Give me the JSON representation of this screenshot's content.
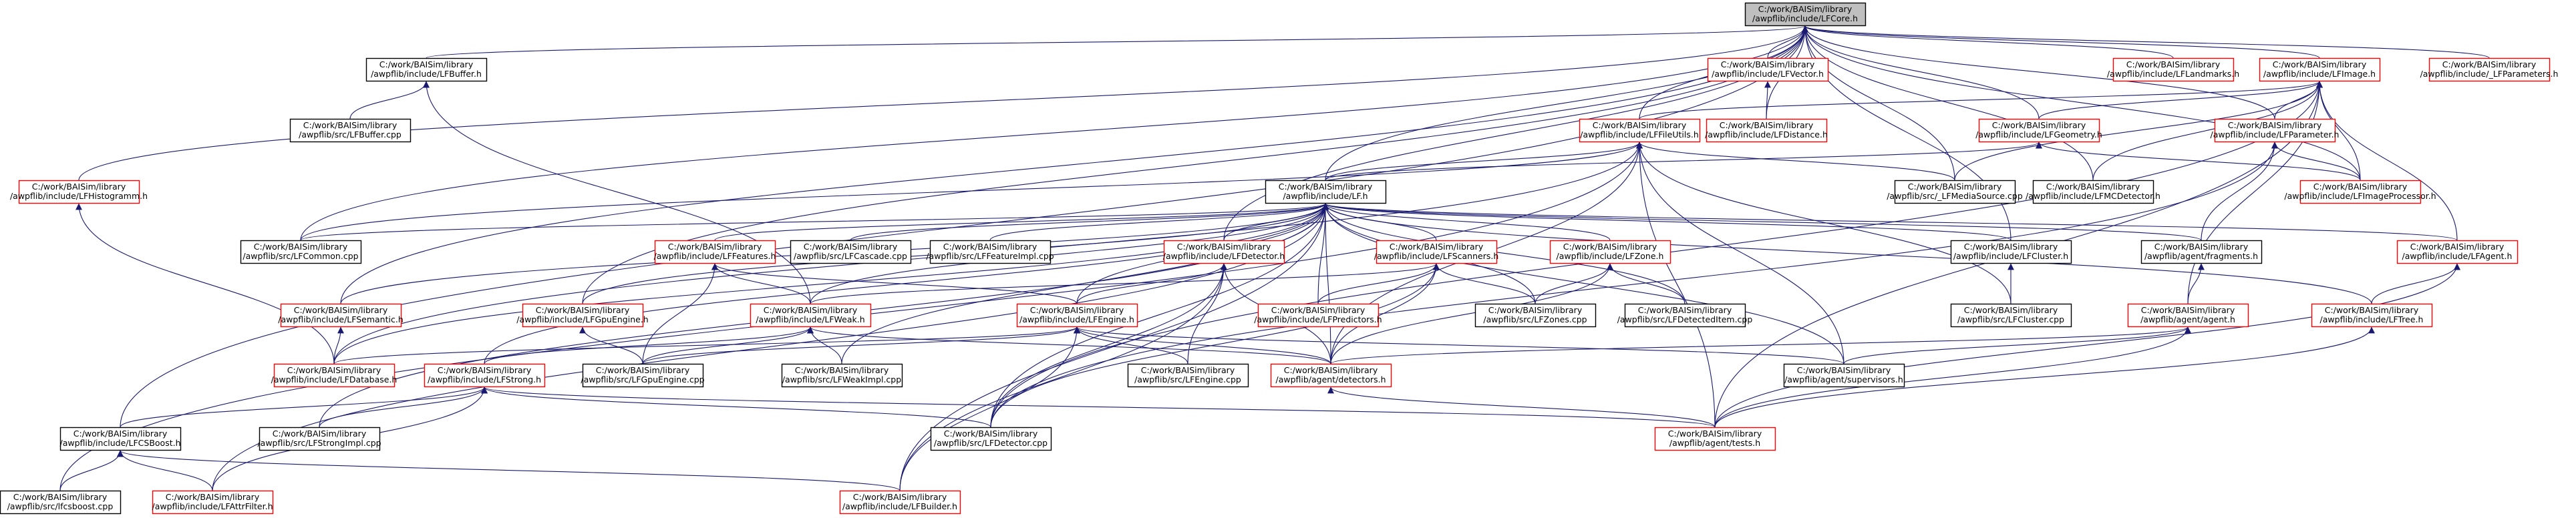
{
  "colors": {
    "edge": "#191970",
    "arrow": "#191970",
    "node_border_black": "#000000",
    "node_border_red": "#ff0000",
    "node_fill": "#ffffff",
    "root_fill": "#bfbfbf"
  },
  "nodes": [
    {
      "id": "lfcore",
      "l1": "C:/work/BAISim/library",
      "l2": "/awpflib/include/LFCore.h",
      "border": "black",
      "root": true
    },
    {
      "id": "lfbuffer",
      "l1": "C:/work/BAISim/library",
      "l2": "/awpflib/include/LFBuffer.h",
      "border": "black"
    },
    {
      "id": "lfvector",
      "l1": "C:/work/BAISim/library",
      "l2": "/awpflib/include/LFVector.h",
      "border": "red"
    },
    {
      "id": "lflandmarks",
      "l1": "C:/work/BAISim/library",
      "l2": "/awpflib/include/LFLandmarks.h",
      "border": "red"
    },
    {
      "id": "lfimage",
      "l1": "C:/work/BAISim/library",
      "l2": "/awpflib/include/LFImage.h",
      "border": "red"
    },
    {
      "id": "lfparameters",
      "l1": "C:/work/BAISim/library",
      "l2": "/awpflib/include/_LFParameters.h",
      "border": "red"
    },
    {
      "id": "lfbuffercpp",
      "l1": "C:/work/BAISim/library",
      "l2": "/awpflib/src/LFBuffer.cpp",
      "border": "black"
    },
    {
      "id": "lffileutils",
      "l1": "C:/work/BAISim/library",
      "l2": "/awpflib/include/LFFileUtils.h",
      "border": "red"
    },
    {
      "id": "lfdistance",
      "l1": "C:/work/BAISim/library",
      "l2": "/awpflib/include/LFDistance.h",
      "border": "red"
    },
    {
      "id": "lfgeometry",
      "l1": "C:/work/BAISim/library",
      "l2": "/awpflib/include/LFGeometry.h",
      "border": "red"
    },
    {
      "id": "lfparameter",
      "l1": "C:/work/BAISim/library",
      "l2": "/awpflib/include/LFParameter.h",
      "border": "red"
    },
    {
      "id": "lfhistogramm",
      "l1": "C:/work/BAISim/library",
      "l2": "/awpflib/include/LFHistogramm.h",
      "border": "red"
    },
    {
      "id": "lfh",
      "l1": "C:/work/BAISim/library",
      "l2": "/awpflib/include/LF.h",
      "border": "black"
    },
    {
      "id": "lfmediasource",
      "l1": "C:/work/BAISim/library",
      "l2": "/awpflib/src/_LFMediaSource.cpp",
      "border": "black"
    },
    {
      "id": "lfmcdetector",
      "l1": "C:/work/BAISim/library",
      "l2": "/awpflib/include/LFMCDetector.h",
      "border": "black"
    },
    {
      "id": "lfimageprocessor",
      "l1": "C:/work/BAISim/library",
      "l2": "/awpflib/include/LFImageProcessor.h",
      "border": "red"
    },
    {
      "id": "lfcommon",
      "l1": "C:/work/BAISim/library",
      "l2": "/awpflib/src/LFCommon.cpp",
      "border": "black"
    },
    {
      "id": "lffeatures",
      "l1": "C:/work/BAISim/library",
      "l2": "/awpflib/include/LFFeatures.h",
      "border": "red"
    },
    {
      "id": "lfcascade",
      "l1": "C:/work/BAISim/library",
      "l2": "/awpflib/src/LFCascade.cpp",
      "border": "black"
    },
    {
      "id": "lffeatureimpl",
      "l1": "C:/work/BAISim/library",
      "l2": "/awpflib/src/LFFeatureImpl.cpp",
      "border": "black"
    },
    {
      "id": "lfdetector",
      "l1": "C:/work/BAISim/library",
      "l2": "/awpflib/include/LFDetector.h",
      "border": "red"
    },
    {
      "id": "lfscanners",
      "l1": "C:/work/BAISim/library",
      "l2": "/awpflib/include/LFScanners.h",
      "border": "red"
    },
    {
      "id": "lfzone",
      "l1": "C:/work/BAISim/library",
      "l2": "/awpflib/include/LFZone.h",
      "border": "red"
    },
    {
      "id": "lfclusterh",
      "l1": "C:/work/BAISim/library",
      "l2": "/awpflib/include/LFCluster.h",
      "border": "black"
    },
    {
      "id": "fragments",
      "l1": "C:/work/BAISim/library",
      "l2": "/awpflib/agent/fragments.h",
      "border": "black"
    },
    {
      "id": "lfagent",
      "l1": "C:/work/BAISim/library",
      "l2": "/awpflib/include/LFAgent.h",
      "border": "red"
    },
    {
      "id": "lfsemantic",
      "l1": "C:/work/BAISim/library",
      "l2": "/awpflib/include/LFSemantic.h",
      "border": "red"
    },
    {
      "id": "lfgpuengineh",
      "l1": "C:/work/BAISim/library",
      "l2": "/awpflib/include/LFGpuEngine.h",
      "border": "red"
    },
    {
      "id": "lfweak",
      "l1": "C:/work/BAISim/library",
      "l2": "/awpflib/include/LFWeak.h",
      "border": "red"
    },
    {
      "id": "lfengineh",
      "l1": "C:/work/BAISim/library",
      "l2": "/awpflib/include/LFEngine.h",
      "border": "red"
    },
    {
      "id": "lfpredictors",
      "l1": "C:/work/BAISim/library",
      "l2": "/awpflib/include/LFPredictors.h",
      "border": "red"
    },
    {
      "id": "lfzonescpp",
      "l1": "C:/work/BAISim/library",
      "l2": "/awpflib/src/LFZones.cpp",
      "border": "black"
    },
    {
      "id": "lfdetecteditem",
      "l1": "C:/work/BAISim/library",
      "l2": "/awpflib/src/LFDetectedItem.cpp",
      "border": "black"
    },
    {
      "id": "lfclustercpp",
      "l1": "C:/work/BAISim/library",
      "l2": "/awpflib/src/LFCluster.cpp",
      "border": "black"
    },
    {
      "id": "agenth",
      "l1": "C:/work/BAISim/library",
      "l2": "/awpflib/agent/agent.h",
      "border": "red"
    },
    {
      "id": "lftree",
      "l1": "C:/work/BAISim/library",
      "l2": "/awpflib/include/LFTree.h",
      "border": "red"
    },
    {
      "id": "lfdatabase",
      "l1": "C:/work/BAISim/library",
      "l2": "/awpflib/include/LFDatabase.h",
      "border": "red"
    },
    {
      "id": "lfstrong",
      "l1": "C:/work/BAISim/library",
      "l2": "/awpflib/include/LFStrong.h",
      "border": "red"
    },
    {
      "id": "lfgpuenginecpp",
      "l1": "C:/work/BAISim/library",
      "l2": "/awpflib/src/LFGpuEngine.cpp",
      "border": "black"
    },
    {
      "id": "lfweakimpl",
      "l1": "C:/work/BAISim/library",
      "l2": "/awpflib/src/LFWeakImpl.cpp",
      "border": "black"
    },
    {
      "id": "lfenginecpp",
      "l1": "C:/work/BAISim/library",
      "l2": "/awpflib/src/LFEngine.cpp",
      "border": "black"
    },
    {
      "id": "detectors",
      "l1": "C:/work/BAISim/library",
      "l2": "/awpflib/agent/detectors.h",
      "border": "red"
    },
    {
      "id": "supervisors",
      "l1": "C:/work/BAISim/library",
      "l2": "/awpflib/agent/supervisors.h",
      "border": "black"
    },
    {
      "id": "lfcsboost",
      "l1": "C:/work/BAISim/library",
      "l2": "/awpflib/include/LFCSBoost.h",
      "border": "black"
    },
    {
      "id": "lfstrongimpl",
      "l1": "C:/work/BAISim/library",
      "l2": "/awpflib/src/LFStrongImpl.cpp",
      "border": "black"
    },
    {
      "id": "lfdetectorcpp",
      "l1": "C:/work/BAISim/library",
      "l2": "/awpflib/src/LFDetector.cpp",
      "border": "black"
    },
    {
      "id": "tests",
      "l1": "C:/work/BAISim/library",
      "l2": "/awpflib/agent/tests.h",
      "border": "red"
    },
    {
      "id": "lfcsboostcpp",
      "l1": "C:/work/BAISim/library",
      "l2": "/awpflib/src/lfcsboost.cpp",
      "border": "black"
    },
    {
      "id": "lfattrfilter",
      "l1": "C:/work/BAISim/library",
      "l2": "/awpflib/include/LFAttrFilter.h",
      "border": "red"
    },
    {
      "id": "lfbuilder",
      "l1": "C:/work/BAISim/library",
      "l2": "/awpflib/include/LFBuilder.h",
      "border": "red"
    }
  ],
  "edges": [
    [
      "lfbuffer",
      "lfcore"
    ],
    [
      "lfvector",
      "lfcore"
    ],
    [
      "lflandmarks",
      "lfcore"
    ],
    [
      "lfimage",
      "lfcore"
    ],
    [
      "lfparameters",
      "lfcore"
    ],
    [
      "lffileutils",
      "lfcore"
    ],
    [
      "lfdistance",
      "lfcore"
    ],
    [
      "lfgeometry",
      "lfcore"
    ],
    [
      "lfparameter",
      "lfcore"
    ],
    [
      "lfhistogramm",
      "lfcore"
    ],
    [
      "lfh",
      "lfcore"
    ],
    [
      "lfmediasource",
      "lfcore"
    ],
    [
      "lfmcdetector",
      "lfcore"
    ],
    [
      "lfimageprocessor",
      "lfcore"
    ],
    [
      "lfcommon",
      "lfcore"
    ],
    [
      "lfdetector",
      "lfcore"
    ],
    [
      "lfclusterh",
      "lfcore"
    ],
    [
      "lfsemantic",
      "lfcore"
    ],
    [
      "lfgpuengineh",
      "lfcore"
    ],
    [
      "lfcsboost",
      "lfcore"
    ],
    [
      "lfbuffercpp",
      "lfbuffer"
    ],
    [
      "lfweak",
      "lfbuffer"
    ],
    [
      "lfdistance",
      "lfvector"
    ],
    [
      "lffileutils",
      "lfimage"
    ],
    [
      "lfgeometry",
      "lfimage"
    ],
    [
      "lfparameter",
      "lfimage"
    ],
    [
      "lfmcdetector",
      "lfimage"
    ],
    [
      "lfimageprocessor",
      "lfimage"
    ],
    [
      "lfagent",
      "lfimage"
    ],
    [
      "lfmediasource",
      "lfimage"
    ],
    [
      "tests",
      "lfimage"
    ],
    [
      "agenth",
      "lfimage"
    ],
    [
      "lfdetectorcpp",
      "lfimage"
    ],
    [
      "lfimageprocessor",
      "lfparameter"
    ],
    [
      "fragments",
      "lfparameter"
    ],
    [
      "lfdetectorcpp",
      "lfparameter"
    ],
    [
      "lfh",
      "lfgeometry"
    ],
    [
      "lfimageprocessor",
      "lfgeometry"
    ],
    [
      "lfh",
      "lffileutils"
    ],
    [
      "lfmediasource",
      "lffileutils"
    ],
    [
      "lfcommon",
      "lffileutils"
    ],
    [
      "lfcsboostcpp",
      "lffileutils"
    ],
    [
      "lfdatabase",
      "lffileutils"
    ],
    [
      "detectors",
      "lffileutils"
    ],
    [
      "supervisors",
      "lffileutils"
    ],
    [
      "tests",
      "lffileutils"
    ],
    [
      "lfclustercpp",
      "lffileutils"
    ],
    [
      "lfdatabase",
      "lfhistogramm"
    ],
    [
      "lfcommon",
      "lfh"
    ],
    [
      "lffeatures",
      "lfh"
    ],
    [
      "lfcascade",
      "lfh"
    ],
    [
      "lffeatureimpl",
      "lfh"
    ],
    [
      "lfdetector",
      "lfh"
    ],
    [
      "lfscanners",
      "lfh"
    ],
    [
      "lfzone",
      "lfh"
    ],
    [
      "lfclusterh",
      "lfh"
    ],
    [
      "fragments",
      "lfh"
    ],
    [
      "lfagent",
      "lfh"
    ],
    [
      "lfsemantic",
      "lfh"
    ],
    [
      "lfgpuengineh",
      "lfh"
    ],
    [
      "lfweak",
      "lfh"
    ],
    [
      "lfengineh",
      "lfh"
    ],
    [
      "lfpredictors",
      "lfh"
    ],
    [
      "lfzonescpp",
      "lfh"
    ],
    [
      "lfdetecteditem",
      "lfh"
    ],
    [
      "lftree",
      "lfh"
    ],
    [
      "lfdatabase",
      "lfh"
    ],
    [
      "lfstrong",
      "lfh"
    ],
    [
      "lfweakimpl",
      "lfh"
    ],
    [
      "detectors",
      "lfh"
    ],
    [
      "supervisors",
      "lfh"
    ],
    [
      "lfstrongimpl",
      "lfh"
    ],
    [
      "lfdetectorcpp",
      "lfh"
    ],
    [
      "lfattrfilter",
      "lfh"
    ],
    [
      "lfbuilder",
      "lfh"
    ],
    [
      "lfweak",
      "lffeatures"
    ],
    [
      "lfgpuenginecpp",
      "lffeatures"
    ],
    [
      "lfengineh",
      "lffeatures"
    ],
    [
      "lfengineh",
      "lfdetector"
    ],
    [
      "lfenginecpp",
      "lfdetector"
    ],
    [
      "detectors",
      "lfdetector"
    ],
    [
      "lfdetectorcpp",
      "lfdetector"
    ],
    [
      "lfbuilder",
      "lfdetector"
    ],
    [
      "lfweak",
      "lfscanners"
    ],
    [
      "lfpredictors",
      "lfscanners"
    ],
    [
      "lfzonescpp",
      "lfscanners"
    ],
    [
      "lfdetectorcpp",
      "lfscanners"
    ],
    [
      "detectors",
      "lfscanners"
    ],
    [
      "lfzonescpp",
      "lfzone"
    ],
    [
      "lfdetecteditem",
      "lfzone"
    ],
    [
      "detectors",
      "lfzone"
    ],
    [
      "lfclustercpp",
      "lfclusterh"
    ],
    [
      "agenth",
      "fragments"
    ],
    [
      "lftree",
      "lfagent"
    ],
    [
      "tests",
      "lfagent"
    ],
    [
      "lfdatabase",
      "lfsemantic"
    ],
    [
      "lfgpuenginecpp",
      "lfgpuengineh"
    ],
    [
      "lfstrong",
      "lfweak"
    ],
    [
      "lfgpuenginecpp",
      "lfweak"
    ],
    [
      "lfweakimpl",
      "lfweak"
    ],
    [
      "detectors",
      "lfweak"
    ],
    [
      "lfdatabase",
      "lfengineh"
    ],
    [
      "lfenginecpp",
      "lfengineh"
    ],
    [
      "detectors",
      "lfengineh"
    ],
    [
      "supervisors",
      "lfengineh"
    ],
    [
      "lfbuilder",
      "lfengineh"
    ],
    [
      "lfgpuenginecpp",
      "lfengineh"
    ],
    [
      "detectors",
      "agenth"
    ],
    [
      "supervisors",
      "agenth"
    ],
    [
      "tests",
      "agenth"
    ],
    [
      "tests",
      "lftree"
    ],
    [
      "lfcsboost",
      "lfstrong"
    ],
    [
      "lfstrongimpl",
      "lfstrong"
    ],
    [
      "lfdetectorcpp",
      "lfstrong"
    ],
    [
      "tests",
      "lfstrong"
    ],
    [
      "lfattrfilter",
      "lfstrong"
    ],
    [
      "tests",
      "detectors"
    ],
    [
      "lfcsboostcpp",
      "lfcsboost"
    ],
    [
      "lfattrfilter",
      "lfcsboost"
    ],
    [
      "lfbuilder",
      "lfcsboost"
    ]
  ]
}
